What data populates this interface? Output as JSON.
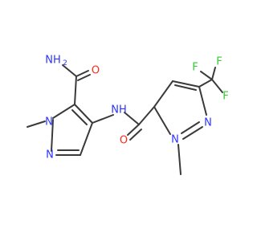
{
  "molecule": {
    "colors": {
      "bond": "#3a3a3a",
      "carbon": "#3a3a3a",
      "nitrogen": "#2b35ff",
      "oxygen": "#ff2a1a",
      "fluorine": "#34c934"
    },
    "atoms": {
      "amide_nh2": "NH",
      "amide_nh2_sub": "2",
      "amide_o1": "O",
      "ring1_n1": "N",
      "ring1_n2": "N",
      "methyl1": "",
      "linker_nh": "NH",
      "amide_o2": "O",
      "ring2_n1": "N",
      "ring2_n2": "N",
      "methyl2": "",
      "cf3_f1": "F",
      "cf3_f2": "F",
      "cf3_f3": "F"
    }
  }
}
